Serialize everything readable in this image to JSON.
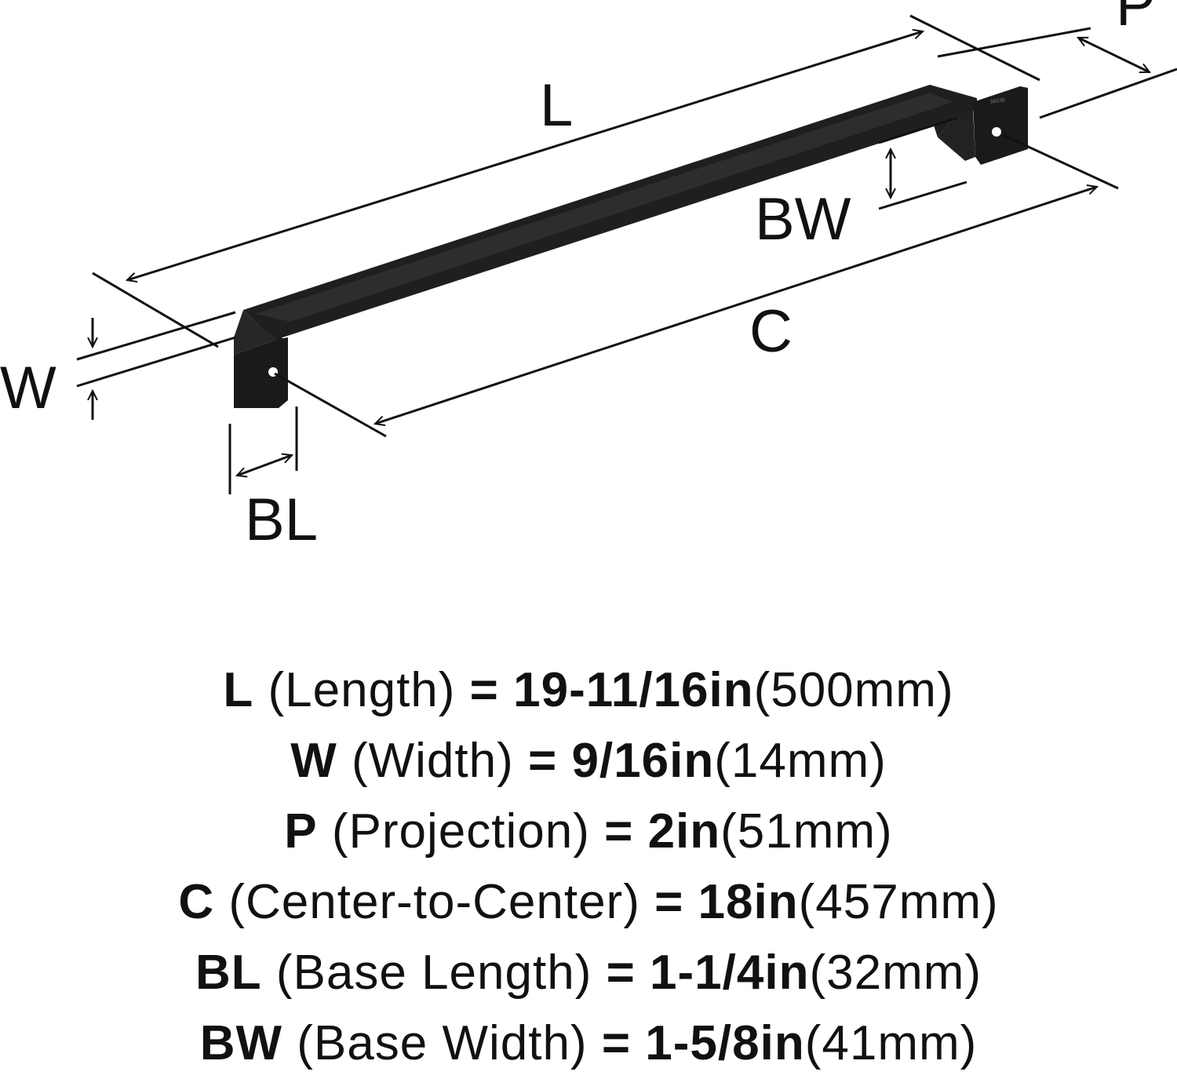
{
  "diagram": {
    "labels": {
      "L": "L",
      "P": "P",
      "BW": "BW",
      "C": "C",
      "W": "W",
      "BL": "BL"
    },
    "part_stamp": "36536",
    "colors": {
      "ink": "#111111",
      "part": "#1e1e1e"
    }
  },
  "specs": [
    {
      "code": "L",
      "name": "(Length)",
      "eq": "=",
      "imperial": "19-11/16in",
      "metric": "(500mm)"
    },
    {
      "code": "W",
      "name": "(Width)",
      "eq": "=",
      "imperial": "9/16in",
      "metric": "(14mm)"
    },
    {
      "code": "P",
      "name": "(Projection)",
      "eq": "=",
      "imperial": "2in",
      "metric": "(51mm)"
    },
    {
      "code": "C",
      "name": "(Center-to-Center)",
      "eq": "=",
      "imperial": "18in",
      "metric": "(457mm)"
    },
    {
      "code": "BL",
      "name": "(Base Length)",
      "eq": "=",
      "imperial": "1-1/4in",
      "metric": "(32mm)"
    },
    {
      "code": "BW",
      "name": "(Base Width)",
      "eq": "=",
      "imperial": "1-5/8in",
      "metric": "(41mm)"
    }
  ]
}
